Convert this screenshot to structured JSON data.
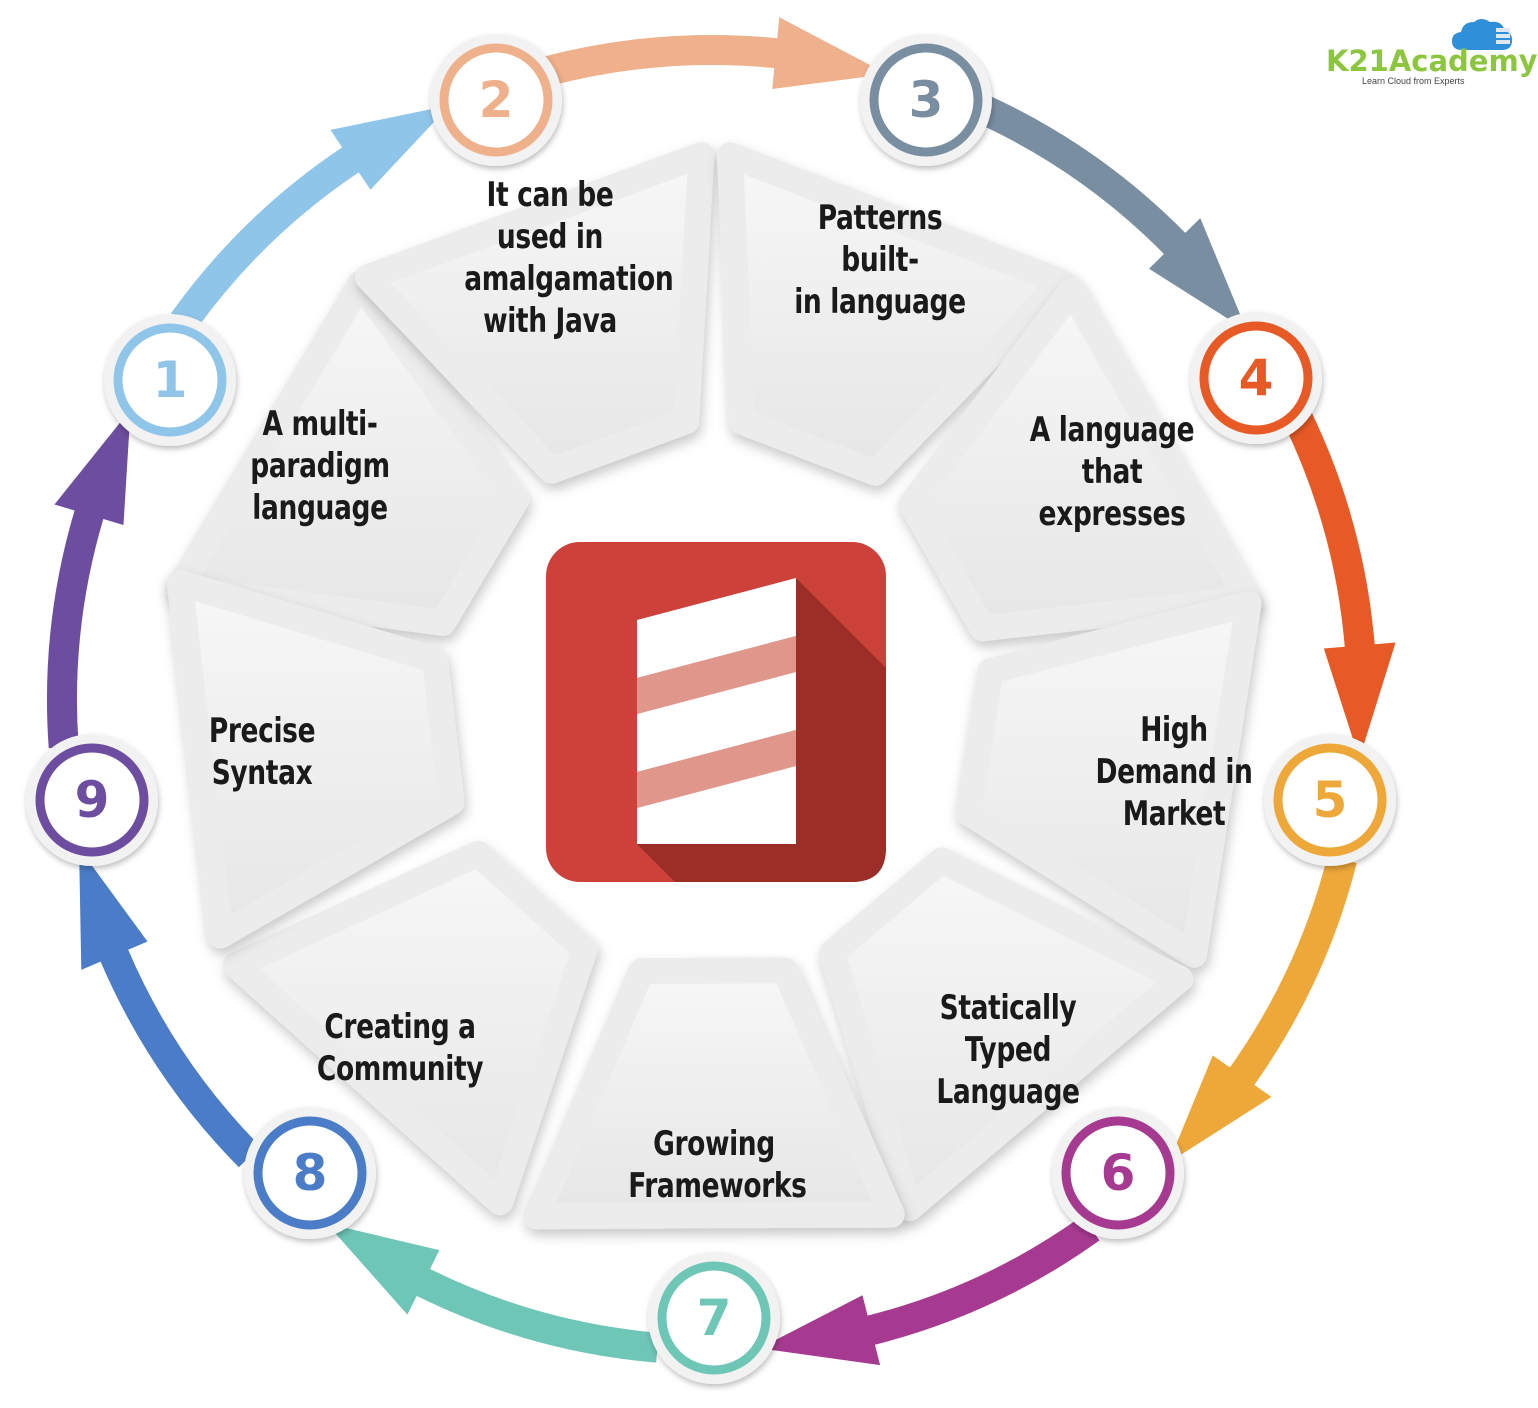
{
  "brand": {
    "name": "K21Academy",
    "tagline": "Learn Cloud from Experts",
    "color": "#8cc63f",
    "icon": "cloud-icon"
  },
  "center_logo": {
    "icon": "scala-logo-icon",
    "bg_color": "#cc4139",
    "shadow_color": "#9b2e27"
  },
  "steps": [
    {
      "number": "1",
      "text": "A multi-\nparadigm\nlanguage",
      "color": "#8fc5e9"
    },
    {
      "number": "2",
      "text": "It can be used in\namalgamation\nwith Java",
      "color": "#efb08c"
    },
    {
      "number": "3",
      "text": "Patterns built-\nin language",
      "color": "#7a8ea2"
    },
    {
      "number": "4",
      "text": "A language\nthat\nexpresses",
      "color": "#e75a25"
    },
    {
      "number": "5",
      "text": "High\nDemand in\nMarket",
      "color": "#eea83a"
    },
    {
      "number": "6",
      "text": "Statically\nTyped\nLanguage",
      "color": "#a63a90"
    },
    {
      "number": "7",
      "text": "Growing\nFrameworks",
      "color": "#6ec6b6"
    },
    {
      "number": "8",
      "text": "Creating a\nCommunity",
      "color": "#4a7cc7"
    },
    {
      "number": "9",
      "text": "Precise\nSyntax",
      "color": "#6d4d9f"
    }
  ]
}
